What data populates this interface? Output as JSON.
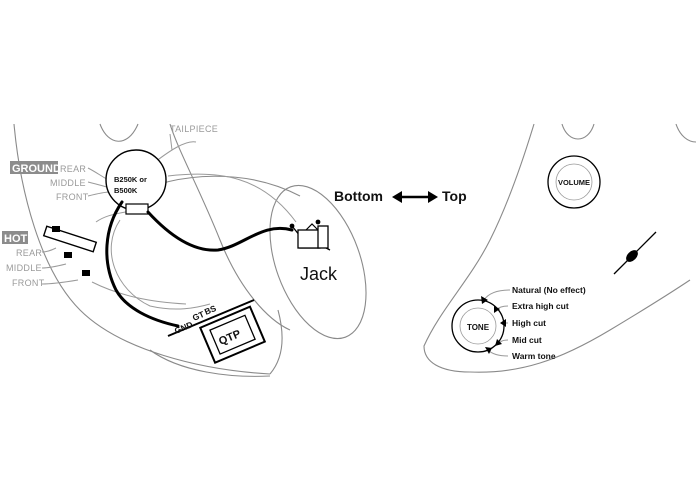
{
  "left": {
    "tailpiece": "TAILPIECE",
    "ground": {
      "title": "GROUND",
      "items": [
        "REAR",
        "MIDDLE",
        "FRONT"
      ]
    },
    "hot": {
      "title": "HOT",
      "items": [
        "REAR",
        "MIDDLE",
        "FRONT"
      ]
    },
    "pot": {
      "line1": "B250K or",
      "line2": "B500K"
    },
    "jack": "Jack",
    "terminals": [
      "GND",
      "GT",
      "BS"
    ],
    "qtp": "QTP"
  },
  "center": {
    "bottom": "Bottom",
    "top": "Top"
  },
  "right": {
    "volume": "VOLUME",
    "tone": "TONE",
    "tone_settings": [
      "Natural (No effect)",
      "Extra high cut",
      "High cut",
      "Mid cut",
      "Warm tone"
    ]
  }
}
